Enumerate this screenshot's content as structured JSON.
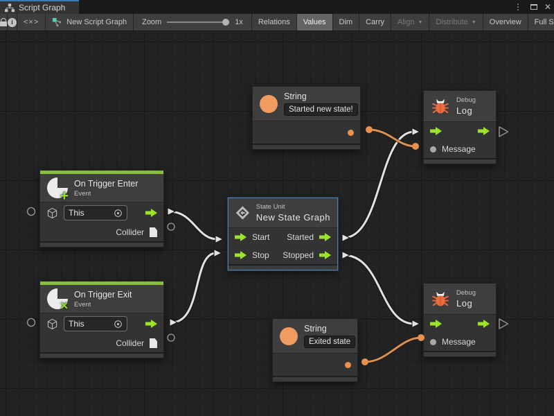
{
  "window": {
    "tab_title": "Script Graph"
  },
  "icons": {
    "menu_glyph": "⋮",
    "close_glyph": "✕",
    "code_glyph": "<×>",
    "enter_glyph": "+",
    "exit_glyph": "✕",
    "dropdown_glyph": "▼"
  },
  "toolbar": {
    "graph_name": "New Script Graph",
    "zoom_label": "Zoom",
    "zoom_value": "1x",
    "relations": "Relations",
    "values": "Values",
    "dim": "Dim",
    "carry": "Carry",
    "align": "Align",
    "distribute": "Distribute",
    "overview": "Overview",
    "fullscreen": "Full Scr"
  },
  "nodes": {
    "string_top": {
      "title": "String",
      "value": "Started new state!"
    },
    "debug_top": {
      "kind": "Debug",
      "title": "Log",
      "message_label": "Message"
    },
    "trigger_enter": {
      "title": "On Trigger Enter",
      "subtitle": "Event",
      "self_value": "This",
      "output_label": "Collider"
    },
    "state_unit": {
      "kind": "State Unit",
      "title": "New State Graph",
      "rows": [
        {
          "in": "Start",
          "out": "Started"
        },
        {
          "in": "Stop",
          "out": "Stopped"
        }
      ]
    },
    "trigger_exit": {
      "title": "On Trigger Exit",
      "subtitle": "Event",
      "self_value": "This",
      "output_label": "Collider"
    },
    "string_bottom": {
      "title": "String",
      "value": "Exited state"
    },
    "debug_bottom": {
      "kind": "Debug",
      "title": "Log",
      "message_label": "Message"
    }
  },
  "colors": {
    "accent_green": "#9BE42A",
    "event_green": "#86BE3C",
    "value_orange": "#E9914E",
    "selection_blue": "#4B7BA8",
    "tab_blue": "#3A79BB"
  }
}
